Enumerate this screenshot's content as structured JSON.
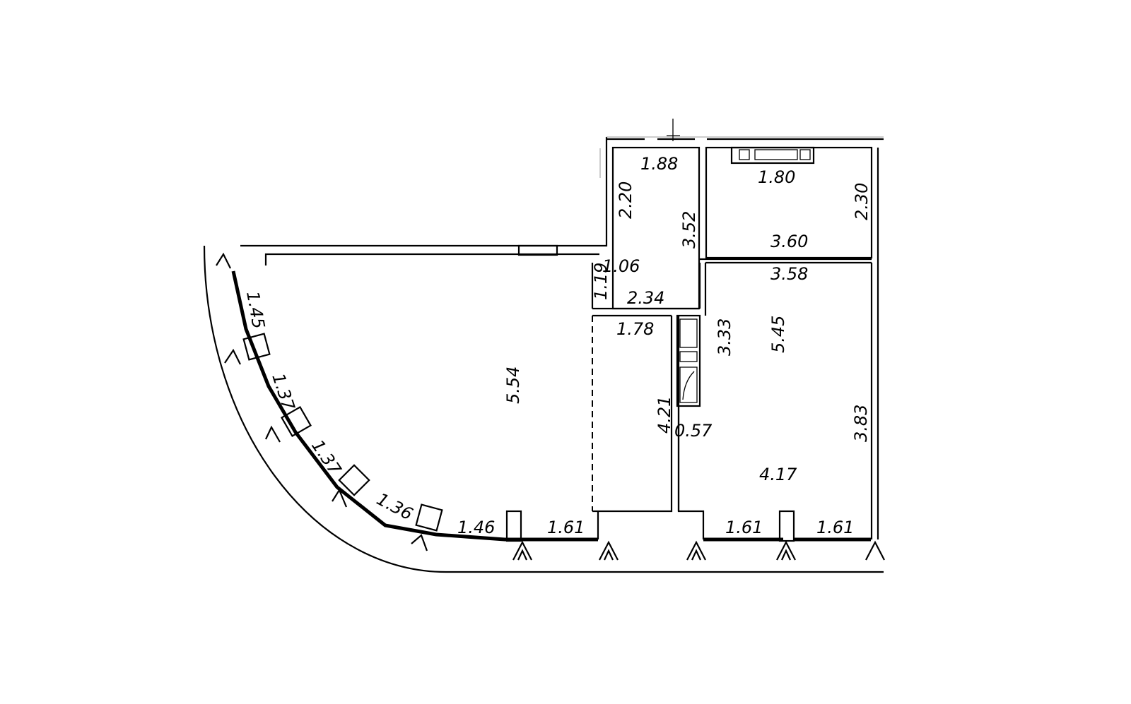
{
  "plan": {
    "labels": {
      "bath_width": "1.88",
      "bath_height": "2.20",
      "bath_side": "3.52",
      "room_top_width": "1.80",
      "room_top_height": "2.30",
      "room_top_bottom": "3.60",
      "corridor_step": "1.06",
      "corridor_height": "1.19",
      "corridor_width": "2.34",
      "hall_width": "1.78",
      "hall_height": "4.21",
      "closet_width": "0.57",
      "bedroom_top": "3.58",
      "bedroom_divider": "3.33",
      "bedroom_length": "5.45",
      "bedroom_side": "3.83",
      "bedroom_area_label": "4.17",
      "living_length": "5.54",
      "arc_segment_1": "1.45",
      "arc_segment_2": "1.37",
      "arc_segment_3": "1.37",
      "arc_segment_4": "1.36",
      "arc_segment_5": "1.46",
      "window_living": "1.61",
      "window_bedroom_left": "1.61",
      "window_bedroom_right": "1.61"
    }
  }
}
